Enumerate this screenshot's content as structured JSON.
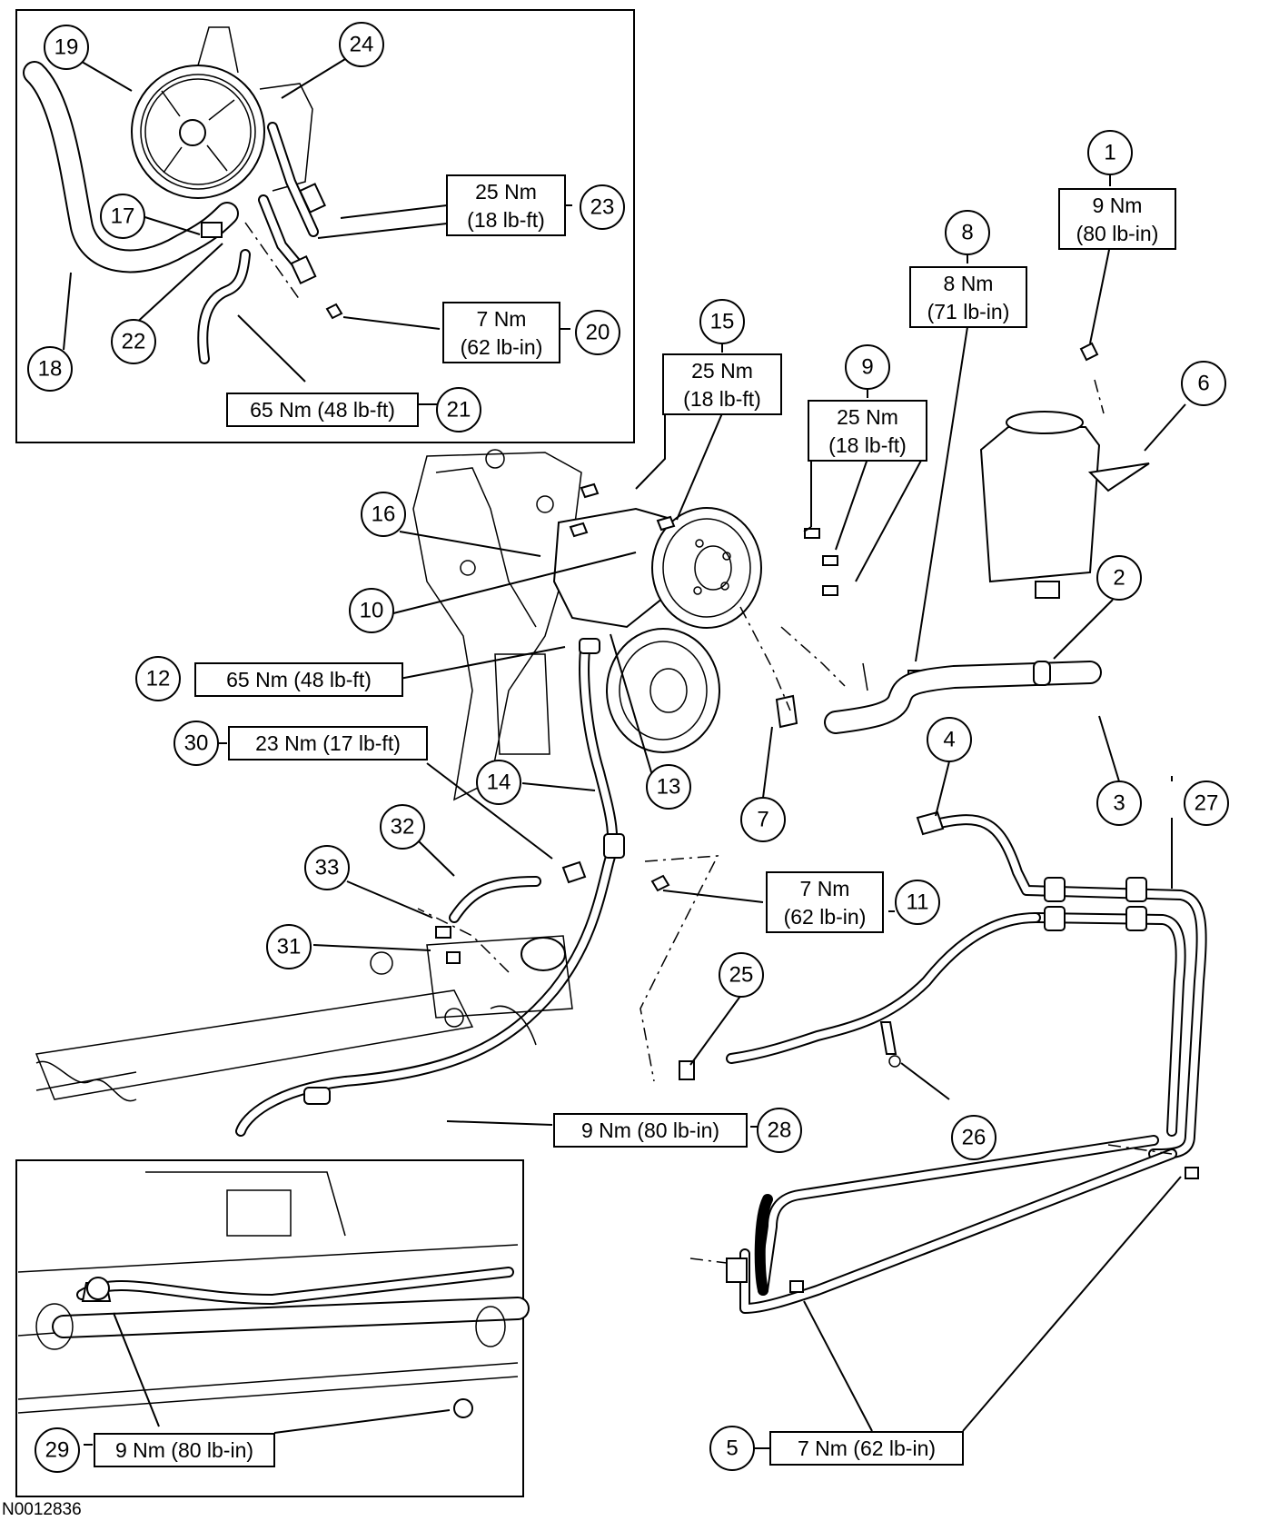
{
  "figure": {
    "reference_code": "N0012836"
  },
  "callouts": {
    "c1": "1",
    "c2": "2",
    "c3": "3",
    "c4": "4",
    "c5": "5",
    "c6": "6",
    "c7": "7",
    "c8": "8",
    "c9": "9",
    "c10": "10",
    "c11": "11",
    "c12": "12",
    "c13": "13",
    "c14": "14",
    "c15": "15",
    "c16": "16",
    "c17": "17",
    "c18": "18",
    "c19": "19",
    "c20": "20",
    "c21": "21",
    "c22": "22",
    "c23": "23",
    "c24": "24",
    "c25": "25",
    "c26": "26",
    "c27": "27",
    "c28": "28",
    "c29": "29",
    "c30": "30",
    "c31": "31",
    "c32": "32",
    "c33": "33"
  },
  "torques": {
    "t1": {
      "line1": "9 Nm",
      "line2": "(80 lb-in)"
    },
    "t8": {
      "line1": "8 Nm",
      "line2": "(71 lb-in)"
    },
    "t9": {
      "line1": "25 Nm",
      "line2": "(18 lb-ft)"
    },
    "t15": {
      "line1": "25 Nm",
      "line2": "(18 lb-ft)"
    },
    "t23": {
      "line1": "25 Nm",
      "line2": "(18 lb-ft)"
    },
    "t20": {
      "line1": "7 Nm",
      "line2": "(62 lb-in)"
    },
    "t11": {
      "line1": "7 Nm",
      "line2": "(62 lb-in)"
    },
    "t21": "65 Nm (48 lb-ft)",
    "t12": "65 Nm (48 lb-ft)",
    "t30": "23 Nm (17 lb-ft)",
    "t28": "9 Nm (80 lb-in)",
    "t29": "9 Nm (80 lb-in)",
    "t5": "7 Nm (62 lb-in)"
  }
}
